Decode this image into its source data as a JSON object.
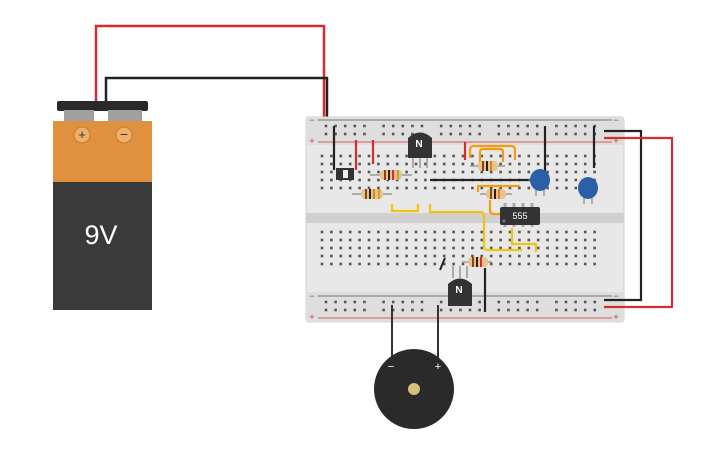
{
  "battery": {
    "label": "9V",
    "plus_symbol": "+",
    "minus_symbol": "−",
    "body_color": "#3a3a3a",
    "cap_color": "#e0913f"
  },
  "breadboard": {
    "rail_plus": "+",
    "rail_minus": "−",
    "body_color": "#e8e8e8"
  },
  "ic": {
    "label": "555"
  },
  "transistors": [
    {
      "label": "N"
    },
    {
      "label": "N"
    }
  ],
  "buzzer": {
    "minus_symbol": "−",
    "plus_symbol": "+"
  },
  "colors": {
    "wire_red": "#d62c2c",
    "wire_black": "#222222",
    "wire_orange": "#f39c12",
    "wire_yellow": "#f1c40f",
    "capacitor_blue": "#2b5fa8"
  }
}
